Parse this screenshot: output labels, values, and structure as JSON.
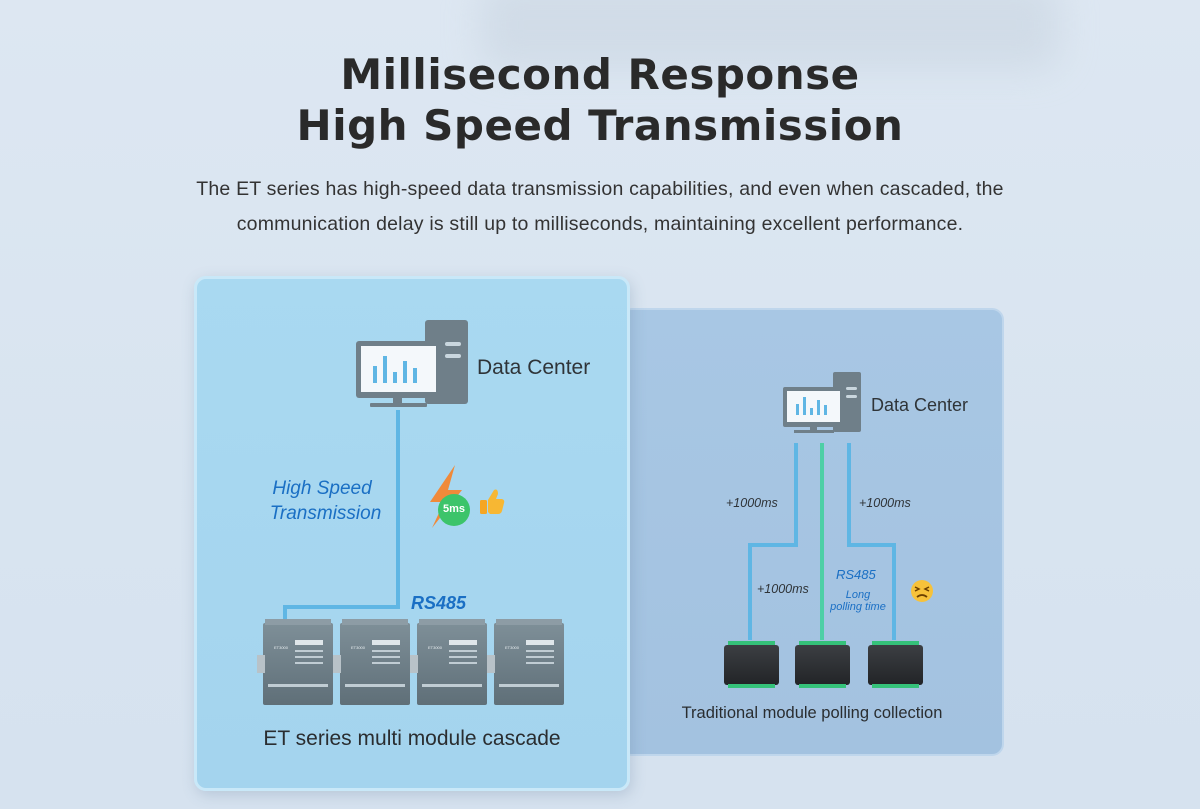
{
  "heading": {
    "line1": "Millisecond Response",
    "line2": "High Speed Transmission"
  },
  "description": {
    "line1": "The ET series has high-speed data transmission capabilities, and even when cascaded, the",
    "line2": "communication delay is still up to milliseconds, maintaining excellent performance."
  },
  "left_panel": {
    "data_center": "Data Center",
    "speed_label_1": "High Speed",
    "speed_label_2": "Transmission",
    "latency_badge": "5ms",
    "bus_label": "RS485",
    "caption": "ET series multi module cascade",
    "module_label": "ET3000",
    "icons": [
      "computer-monitor-icon",
      "lightning-icon",
      "thumbs-up-icon"
    ]
  },
  "right_panel": {
    "data_center": "Data Center",
    "delay_left": "+1000ms",
    "delay_right": "+1000ms",
    "delay_middle": "+1000ms",
    "bus_label": "RS485",
    "polling_1": "Long",
    "polling_2": "polling time",
    "caption": "Traditional module polling collection",
    "icons": [
      "computer-monitor-icon",
      "tired-face-icon"
    ]
  },
  "colors": {
    "accent_blue": "#1a6fc4",
    "line_blue": "#5fb6e4",
    "line_green": "#3ecf9a",
    "lightning": "#f08a3a",
    "badge_green": "#3cc46a"
  }
}
